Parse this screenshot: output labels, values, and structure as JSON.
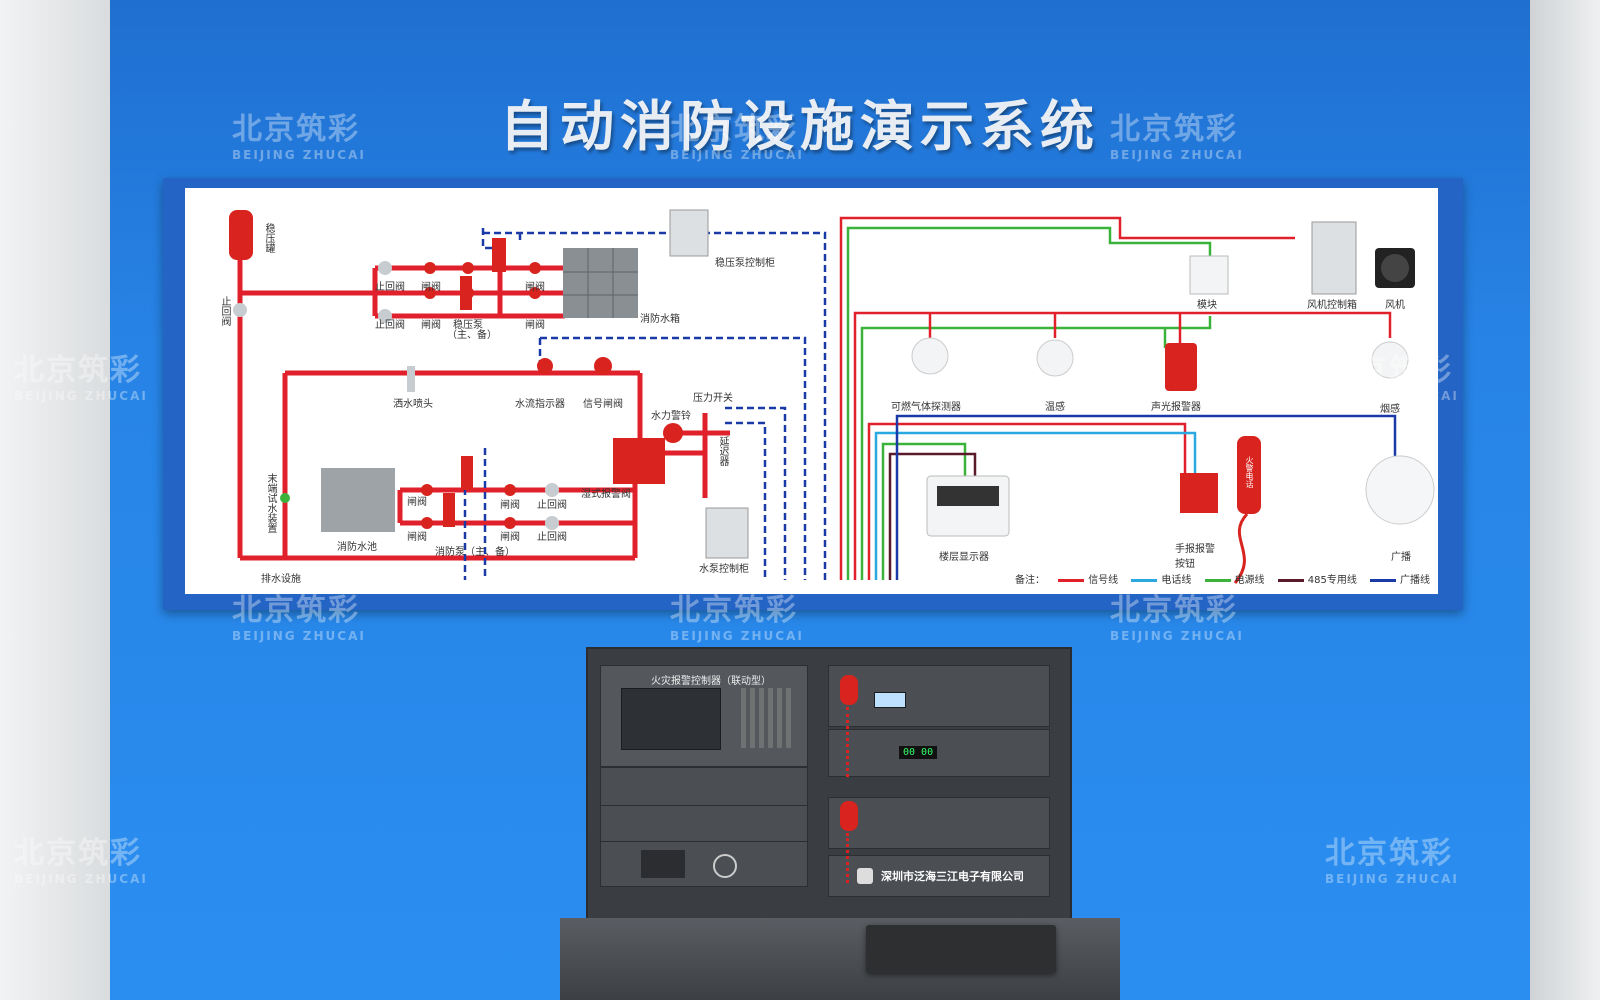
{
  "title": "自动消防设施演示系统",
  "watermark": {
    "cn": "北京筑彩",
    "en": "BEIJING ZHUCAI"
  },
  "water_labels": {
    "pressure_tank": "稳压罐",
    "check_valve_v": "止回阀",
    "check1": "止回阀",
    "gate1": "闸阀",
    "check2": "止回阀",
    "gate2": "闸阀",
    "pressure_pump": "稳压泵",
    "pressure_pump_sub": "（主、备）",
    "gate3": "闸阀",
    "gate4": "闸阀",
    "water_tank": "消防水箱",
    "pressure_pump_cabinet": "稳压泵控制柜",
    "sprinkler": "洒水喷头",
    "flow_indicator": "水流指示器",
    "signal_valve": "信号闸阀",
    "pressure_switch": "压力开关",
    "water_bell": "水力警铃",
    "delay": "延迟器",
    "wet_alarm_valve": "湿式报警阀",
    "end_test": "末端试水装置",
    "pool": "消防水池",
    "gate5": "闸阀",
    "gate6": "闸阀",
    "gate7": "闸阀",
    "gate8": "闸阀",
    "check3": "止回阀",
    "check4": "止回阀",
    "fire_pump": "消防泵（主、备）",
    "pump_cabinet": "水泵控制柜",
    "drain": "排水设施"
  },
  "alarm_labels": {
    "module": "模块",
    "fan_cabinet": "风机控制箱",
    "fan": "风机",
    "gas_detector": "可燃气体探测器",
    "heat": "温感",
    "sound_light": "声光报警器",
    "smoke": "烟感",
    "floor_display": "楼层显示器",
    "manual_alarm": "手报报警按钮",
    "broadcast": "广播",
    "phone": "火警电话"
  },
  "legend": {
    "prefix": "备注：",
    "items": [
      {
        "label": "信号线",
        "color": "#e0202a"
      },
      {
        "label": "电话线",
        "color": "#2aa8e0"
      },
      {
        "label": "电源线",
        "color": "#3bb33b"
      },
      {
        "label": "485专用线",
        "color": "#5a1a2a"
      },
      {
        "label": "广播线",
        "color": "#1a3aa8"
      }
    ]
  },
  "cabinet": {
    "controller_title": "火灾报警控制器（联动型）",
    "company": "深圳市泛海三江电子有限公司",
    "display_readout": "00 00"
  },
  "colors": {
    "wall_blue": "#2784e6",
    "pipe_red": "#e0202a",
    "device_red": "#d8231e",
    "dashed_blue": "#1a3aa8"
  }
}
